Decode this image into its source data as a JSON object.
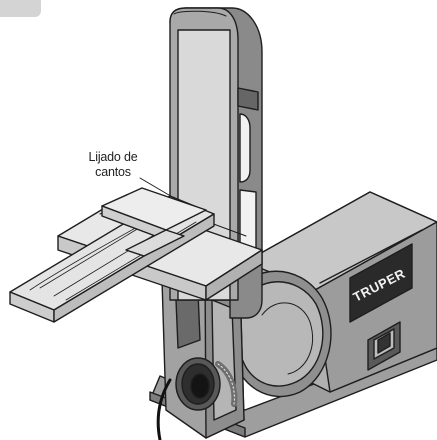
{
  "callout": {
    "line1": "Lijado de",
    "line2": "cantos"
  },
  "brand": {
    "name": "TRUPER"
  },
  "colors": {
    "machine_body": "#a7a7a7",
    "machine_dark": "#4a4a4a",
    "belt_face": "#d9d9d9",
    "wood": "#e2e2e2",
    "label_plate": "#2a2a2a",
    "corner_tab": "#d4d4d4"
  }
}
